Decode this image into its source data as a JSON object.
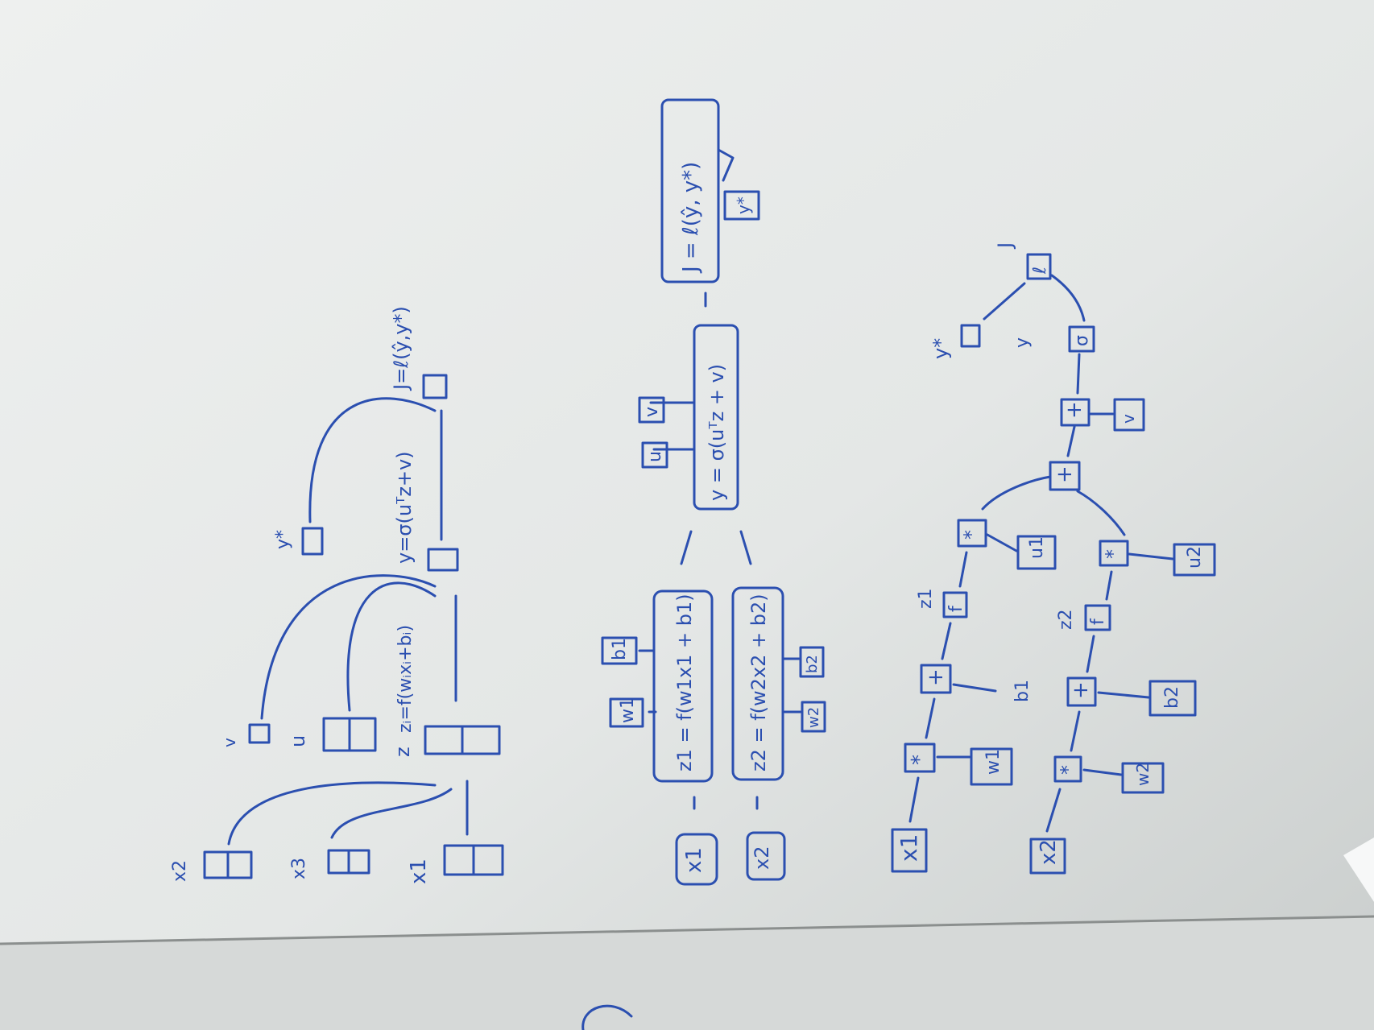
{
  "colors": {
    "ink": "#2b4fb0",
    "board_top": "#eef0ef",
    "board_mid": "#e4e7e6",
    "board_shadow": "#c9cdcc",
    "tray": "#d6d9d8",
    "tray_edge": "#8b8f8e"
  },
  "left_diagram": {
    "layer1_labels": [
      "x2",
      "x3",
      "x1"
    ],
    "layer2_labels": [
      "v",
      "u",
      "z"
    ],
    "z_equation": "zᵢ=f(wᵢxᵢ+bᵢ)",
    "y_equation": "y=σ(uᵀz+v)",
    "j_equation": "J=ℓ(ŷ,y*)",
    "y_star_label": "y*"
  },
  "middle_diagram": {
    "inputs": [
      "x1",
      "x2"
    ],
    "params": [
      "w1",
      "b1",
      "w2",
      "b2",
      "u",
      "v",
      "y*"
    ],
    "equations": {
      "z1": "z1 = f(w1x1 + b1)",
      "z2": "z2 = f(w2x2 + b2)",
      "y": "y = σ(uᵀz + v)",
      "J": "J = ℓ(ŷ, y*)"
    }
  },
  "right_graph": {
    "inputs": [
      "x1",
      "x2"
    ],
    "ops": [
      "*",
      "+",
      "f",
      "*",
      "+",
      "σ",
      "ℓ"
    ],
    "params": [
      "w1",
      "b1",
      "u1",
      "w2",
      "b2",
      "u2",
      "v"
    ],
    "labels": [
      "z1",
      "z2",
      "y",
      "y*",
      "J"
    ]
  }
}
